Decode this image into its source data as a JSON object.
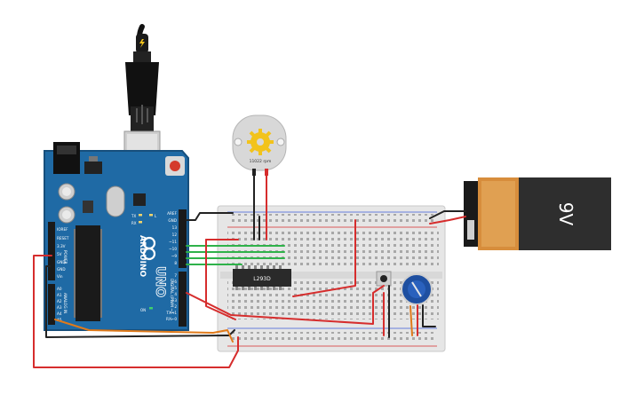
{
  "colors": {
    "arduino_board": "#1f6aa5",
    "arduino_dark": "#174f7c",
    "breadboard": "#e6e6e6",
    "battery_body": "#2e2e2e",
    "battery_cap": "#d78d3c",
    "wire_red": "#d62d2d",
    "wire_black": "#222222",
    "wire_green": "#2fb24a",
    "wire_orange": "#e07a1a",
    "pot_blue": "#1e4fa0",
    "motor_body": "#d8d8d8",
    "gear_yellow": "#f2c31b"
  },
  "arduino": {
    "brand": "ARDUINO",
    "model": "UNO",
    "tx_label": "TX",
    "rx_label": "RX",
    "l_label": "L",
    "on_label": "ON",
    "power_label": "POWER",
    "analog_label": "ANALOG IN",
    "digital_label": "DIGITAL (PWM ~)",
    "power_pins": [
      "IOREF",
      "RESET",
      "3.3V",
      "5V",
      "GND",
      "GND",
      "Vin"
    ],
    "analog_pins": [
      "A0",
      "A1",
      "A2",
      "A3",
      "A4",
      "A5"
    ],
    "digital_pins": [
      "AREF",
      "GND",
      "13",
      "12",
      "~11",
      "~10",
      "~9",
      "8",
      "7",
      "~6",
      "~5",
      "4",
      "~3",
      "2",
      "TX→1",
      "RX←0"
    ]
  },
  "motor": {
    "rpm_label": "11022 rpm"
  },
  "battery": {
    "voltage_label": "9V"
  },
  "ic": {
    "label": "L293D"
  },
  "usb": {
    "icon": "lightning-icon"
  }
}
